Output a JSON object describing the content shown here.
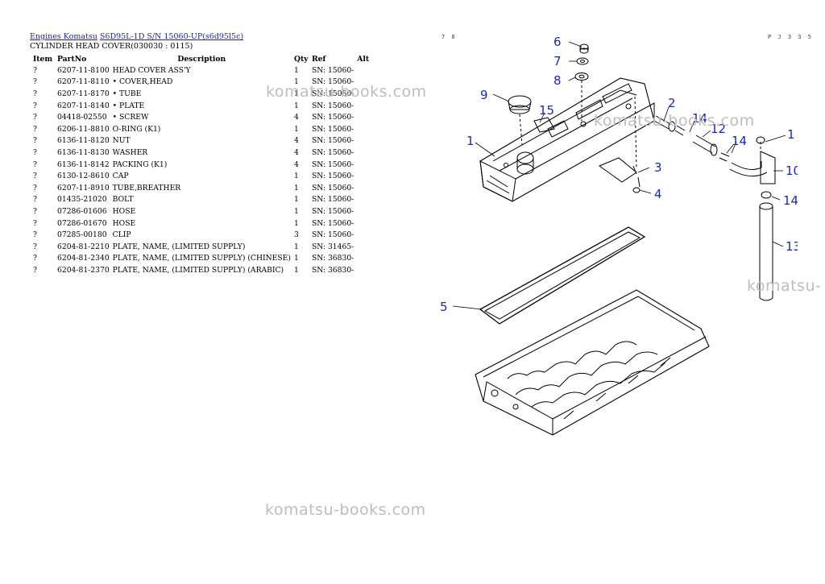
{
  "breadcrumb": {
    "link1": "Engines Komatsu",
    "link2": "S6D95L-1D S/N 15060-UP(s6d95l5c)"
  },
  "title": "CYLINDER HEAD COVER(030030 : 0115)",
  "page_no": "7 8",
  "page_code": "P J 3 3 5",
  "table": {
    "headers": {
      "item": "Item",
      "partno": "PartNo",
      "description": "Description",
      "qty": "Qty",
      "ref": "Ref",
      "alt": "Alt"
    },
    "rows": [
      {
        "item": "?",
        "partno": "6207-11-8100",
        "description": "HEAD COVER ASS'Y",
        "qty": "1",
        "ref": "SN: 15060-",
        "alt": ""
      },
      {
        "item": "?",
        "partno": "6207-11-8110",
        "description": "• COVER,HEAD",
        "qty": "1",
        "ref": "SN: 15060-",
        "alt": ""
      },
      {
        "item": "?",
        "partno": "6207-11-8170",
        "description": "• TUBE",
        "qty": "1",
        "ref": "SN: 15060-",
        "alt": ""
      },
      {
        "item": "?",
        "partno": "6207-11-8140",
        "description": "• PLATE",
        "qty": "1",
        "ref": "SN: 15060-",
        "alt": ""
      },
      {
        "item": "?",
        "partno": "04418-02550",
        "description": "• SCREW",
        "qty": "4",
        "ref": "SN: 15060-",
        "alt": ""
      },
      {
        "item": "?",
        "partno": "6206-11-8810",
        "description": "O-RING (K1)",
        "qty": "1",
        "ref": "SN: 15060-",
        "alt": ""
      },
      {
        "item": "?",
        "partno": "6136-11-8120",
        "description": "NUT",
        "qty": "4",
        "ref": "SN: 15060-",
        "alt": ""
      },
      {
        "item": "?",
        "partno": "6136-11-8130",
        "description": "WASHER",
        "qty": "4",
        "ref": "SN: 15060-",
        "alt": ""
      },
      {
        "item": "?",
        "partno": "6136-11-8142",
        "description": "PACKING (K1)",
        "qty": "4",
        "ref": "SN: 15060-",
        "alt": ""
      },
      {
        "item": "?",
        "partno": "6130-12-8610",
        "description": "CAP",
        "qty": "1",
        "ref": "SN: 15060-",
        "alt": ""
      },
      {
        "item": "?",
        "partno": "6207-11-8910",
        "description": "TUBE,BREATHER",
        "qty": "1",
        "ref": "SN: 15060-",
        "alt": ""
      },
      {
        "item": "?",
        "partno": "01435-21020",
        "description": "BOLT",
        "qty": "1",
        "ref": "SN: 15060-",
        "alt": ""
      },
      {
        "item": "?",
        "partno": "07286-01606",
        "description": "HOSE",
        "qty": "1",
        "ref": "SN: 15060-",
        "alt": ""
      },
      {
        "item": "?",
        "partno": "07286-01670",
        "description": "HOSE",
        "qty": "1",
        "ref": "SN: 15060-",
        "alt": ""
      },
      {
        "item": "?",
        "partno": "07285-00180",
        "description": "CLIP",
        "qty": "3",
        "ref": "SN: 15060-",
        "alt": ""
      },
      {
        "item": "?",
        "partno": "6204-81-2210",
        "description": "PLATE, NAME, (LIMITED SUPPLY)",
        "qty": "1",
        "ref": "SN: 31465-",
        "alt": ""
      },
      {
        "item": "?",
        "partno": "6204-81-2340",
        "description": "PLATE, NAME, (LIMITED SUPPLY) (CHINESE)",
        "qty": "1",
        "ref": "SN: 36830-",
        "alt": ""
      },
      {
        "item": "?",
        "partno": "6204-81-2370",
        "description": "PLATE, NAME, (LIMITED SUPPLY) (ARABIC)",
        "qty": "1",
        "ref": "SN: 36830-",
        "alt": ""
      }
    ]
  },
  "watermarks": [
    "komatsu-books.com",
    "komatsu-books.com",
    "komatsu-",
    "komatsu-books.com"
  ],
  "diagram": {
    "callouts": [
      "6",
      "7",
      "8",
      "9",
      "15",
      "1",
      "2",
      "14",
      "12",
      "1",
      "3",
      "4",
      "10",
      "14",
      "13",
      "5"
    ],
    "callout_color": "#1a2aa8"
  }
}
